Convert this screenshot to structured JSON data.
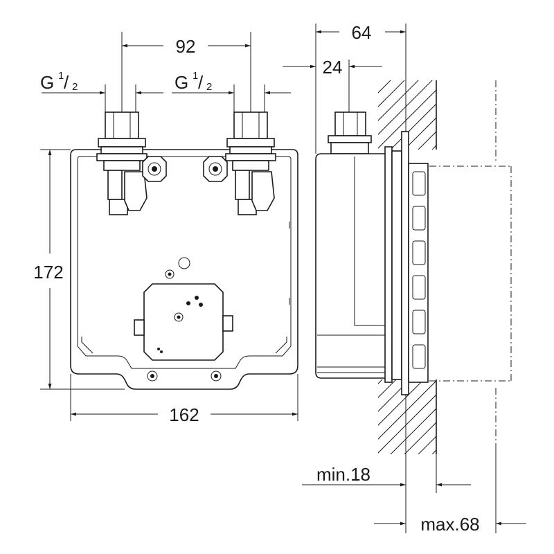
{
  "dimensions": {
    "pipe_spacing": "92",
    "thread_left": "G",
    "thread_right": "G",
    "thread_fraction_num": "1",
    "thread_fraction_den": "2",
    "height": "172",
    "width": "162",
    "depth": "64",
    "offset": "24",
    "min_depth": "min.18",
    "max_depth": "max.68"
  }
}
